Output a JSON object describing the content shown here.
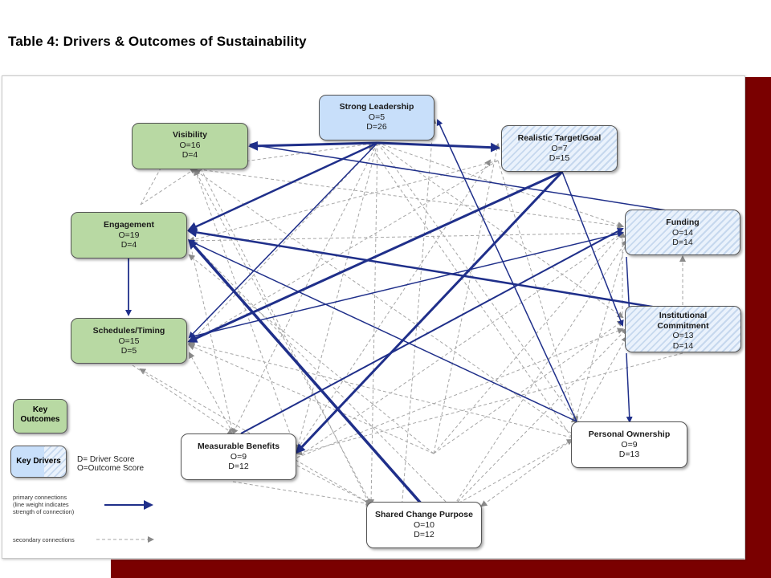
{
  "title": "Table 4: Drivers & Outcomes of Sustainability",
  "nodes": {
    "strong_leadership": {
      "name": "Strong Leadership",
      "o": "O=5",
      "d": "D=26"
    },
    "visibility": {
      "name": "Visibility",
      "o": "O=16",
      "d": "D=4"
    },
    "realistic_target": {
      "name": "Realistic Target/Goal",
      "o": "O=7",
      "d": "D=15"
    },
    "engagement": {
      "name": "Engagement",
      "o": "O=19",
      "d": "D=4"
    },
    "funding": {
      "name": "Funding",
      "o": "O=14",
      "d": "D=14"
    },
    "schedules": {
      "name": "Schedules/Timing",
      "o": "O=15",
      "d": "D=5"
    },
    "institutional": {
      "name1": "Institutional",
      "name2": "Commitment",
      "o": "O=13",
      "d": "D=14"
    },
    "measurable": {
      "name": "Measurable Benefits",
      "o": "O=9",
      "d": "D=12"
    },
    "personal": {
      "name": "Personal Ownership",
      "o": "O=9",
      "d": "D=13"
    },
    "shared": {
      "name": "Shared Change Purpose",
      "o": "O=10",
      "d": "D=12"
    }
  },
  "legend": {
    "key_outcomes_1": "Key",
    "key_outcomes_2": "Outcomes",
    "key_drivers": "Key Drivers",
    "driver_score": "D= Driver Score",
    "outcome_score": "O=Outcome Score",
    "primary_1": "primary connections",
    "primary_2": "(line weight indicates",
    "primary_3": "strength of connection)",
    "secondary": "secondary connections"
  },
  "colors": {
    "primary_line": "#1f2f8a",
    "secondary_line": "#9a9a9a",
    "outcome_fill": "#b8d9a3",
    "driver_fill": "#c8dffa",
    "maroon": "#7a0000"
  }
}
